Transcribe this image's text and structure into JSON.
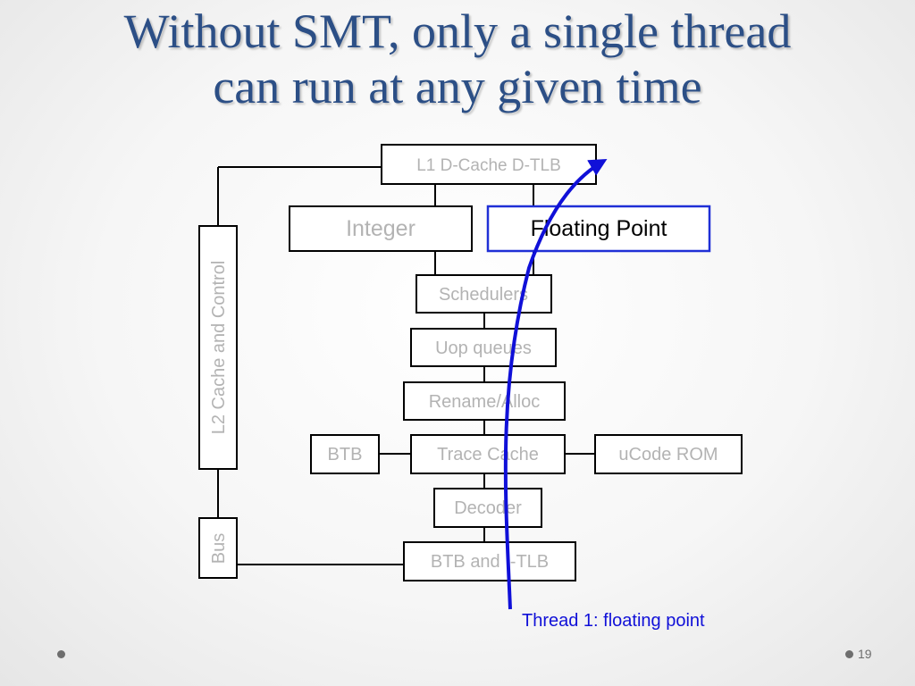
{
  "slide": {
    "title_line1": "Without SMT, only a single thread",
    "title_line2": "can run at any given time",
    "page_number": "19"
  },
  "diagram": {
    "boxes": {
      "l1_dcache": "L1 D-Cache D-TLB",
      "integer": "Integer",
      "floating_point": "Floating Point",
      "schedulers": "Schedulers",
      "uop_queues": "Uop queues",
      "rename_alloc": "Rename/Alloc",
      "btb": "BTB",
      "trace_cache": "Trace Cache",
      "ucode_rom": "uCode ROM",
      "decoder": "Decoder",
      "btb_itlb": "BTB and I-TLB",
      "l2_cache": "L2 Cache and Control",
      "bus": "Bus"
    },
    "thread_label": "Thread 1: floating point",
    "colors": {
      "title": "#2c4f86",
      "thread": "#1010d8",
      "active_box_border": "#1f2fd6",
      "inactive_text": "#b3b3b3"
    }
  }
}
